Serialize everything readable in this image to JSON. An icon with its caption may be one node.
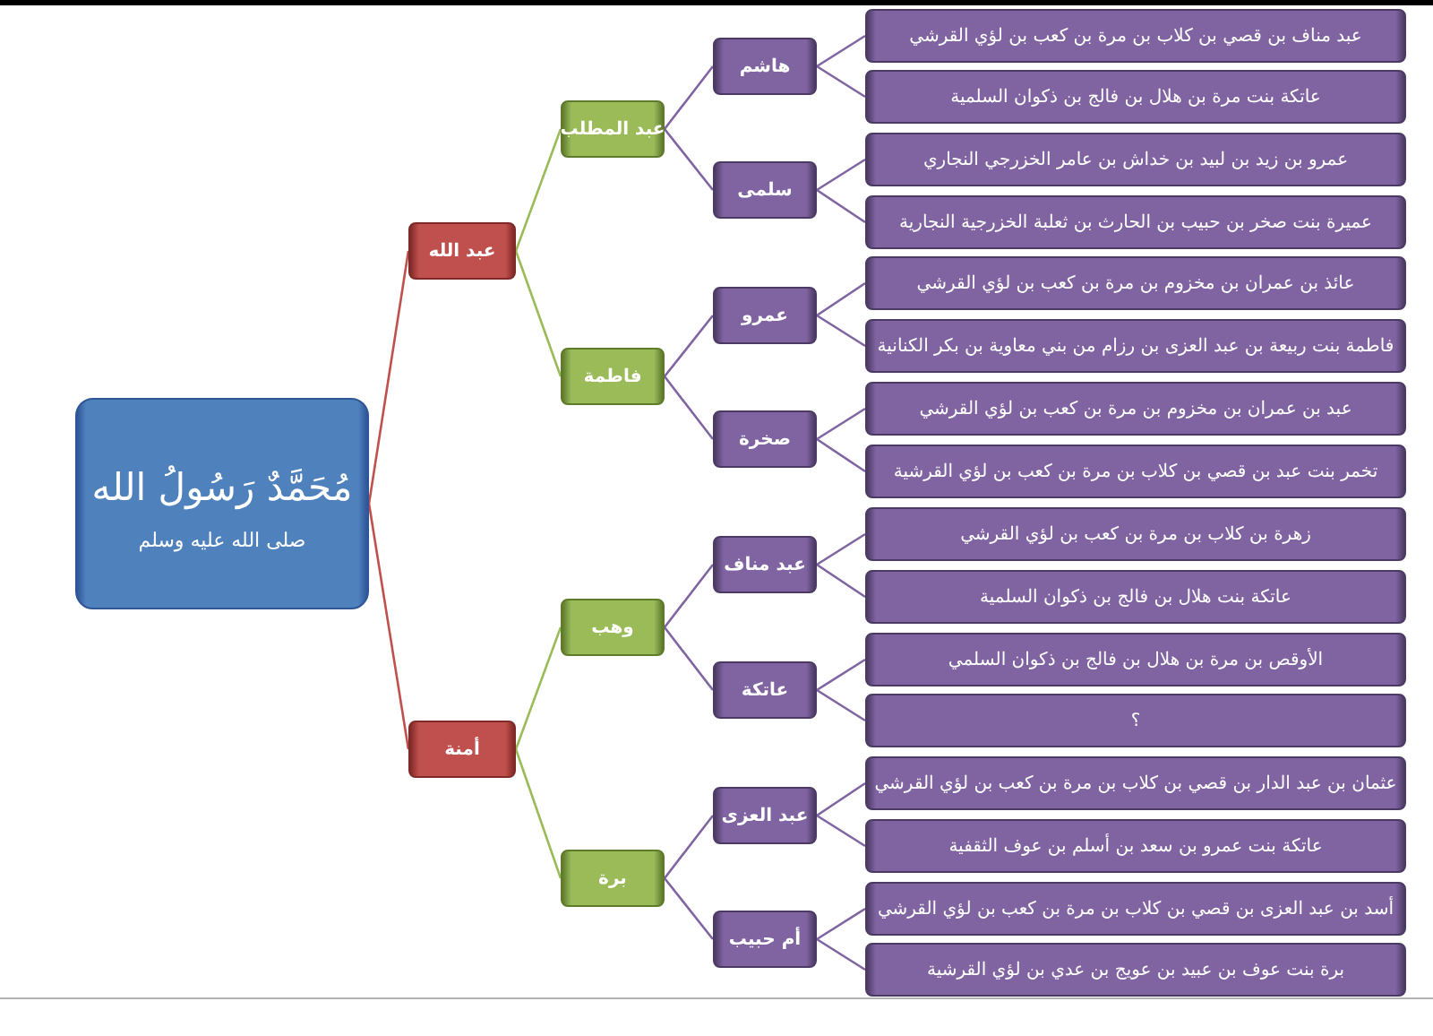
{
  "diagram": {
    "nodes": [
      {
        "text": [
          "مُحَمَّدٌ رَسُولُ الله",
          "صلى الله عليه وسلم"
        ]
      },
      {
        "text": [
          "عبد الله"
        ]
      },
      {
        "text": [
          "عبد المطلب"
        ]
      },
      {
        "text": [
          "هاشم"
        ]
      },
      {
        "text": [
          "عبد مناف بن قصي بن كلاب بن مرة بن كعب بن لؤي القرشي"
        ]
      },
      {
        "text": [
          "عاتكة بنت مرة بن هلال بن فالج بن ذكوان السلمية"
        ]
      },
      {
        "text": [
          "سلمى"
        ]
      },
      {
        "text": [
          "عمرو بن زيد بن لبيد بن خداش بن عامر الخزرجي النجاري"
        ]
      },
      {
        "text": [
          "عميرة بنت صخر بن حبيب بن الحارث بن ثعلبة الخزرجية النجارية"
        ]
      },
      {
        "text": [
          "فاطمة"
        ]
      },
      {
        "text": [
          "عمرو"
        ]
      },
      {
        "text": [
          "عائذ بن عمران بن مخزوم بن مرة بن كعب بن لؤي القرشي"
        ]
      },
      {
        "text": [
          "فاطمة بنت ربيعة بن عبد العزى بن رزام من بني معاوية بن بكر الكنانية"
        ]
      },
      {
        "text": [
          "صخرة"
        ]
      },
      {
        "text": [
          "عبد بن عمران بن مخزوم بن مرة بن كعب بن لؤي القرشي"
        ]
      },
      {
        "text": [
          "تخمر بنت عبد بن قصي بن كلاب بن مرة بن كعب بن لؤي القرشية"
        ]
      },
      {
        "text": [
          "أمنة"
        ]
      },
      {
        "text": [
          "وهب"
        ]
      },
      {
        "text": [
          "عبد مناف"
        ]
      },
      {
        "text": [
          "زهرة بن كلاب بن مرة بن كعب بن لؤي القرشي"
        ]
      },
      {
        "text": [
          "عاتكة بنت هلال بن فالج بن ذكوان السلمية"
        ]
      },
      {
        "text": [
          "عاتكة"
        ]
      },
      {
        "text": [
          "الأوقص بن مرة بن هلال بن فالج بن ذكوان السلمي"
        ]
      },
      {
        "text": [
          "؟"
        ]
      },
      {
        "text": [
          "برة"
        ]
      },
      {
        "text": [
          "عبد العزى"
        ]
      },
      {
        "text": [
          "عثمان بن عبد الدار بن قصي بن كلاب بن مرة بن كعب بن لؤي القرشي"
        ]
      },
      {
        "text": [
          "عاتكة بنت عمرو بن سعد بن أسلم بن عوف الثقفية"
        ]
      },
      {
        "text": [
          "أم حبيب"
        ]
      },
      {
        "text": [
          "أسد بن عبد العزى بن قصي بن كلاب بن مرة بن كعب بن لؤي القرشي"
        ]
      },
      {
        "text": [
          "برة بنت عوف بن عبيد بن عويج بن عدي بن لؤي القرشية"
        ]
      }
    ],
    "edges": [
      {
        "from": 0,
        "to": 1,
        "arrow": "none",
        "color": "#c0504d"
      },
      {
        "from": 0,
        "to": 16,
        "arrow": "none",
        "color": "#c0504d"
      },
      {
        "from": 1,
        "to": 2,
        "arrow": "none",
        "color": "#9bbb59"
      },
      {
        "from": 1,
        "to": 9,
        "arrow": "none",
        "color": "#9bbb59"
      },
      {
        "from": 16,
        "to": 17,
        "arrow": "none",
        "color": "#9bbb59"
      },
      {
        "from": 16,
        "to": 24,
        "arrow": "none",
        "color": "#9bbb59"
      },
      {
        "from": 2,
        "to": 3,
        "arrow": "none"
      },
      {
        "from": 2,
        "to": 6,
        "arrow": "none"
      },
      {
        "from": 9,
        "to": 10,
        "arrow": "none"
      },
      {
        "from": 9,
        "to": 13,
        "arrow": "none"
      },
      {
        "from": 17,
        "to": 18,
        "arrow": "none"
      },
      {
        "from": 17,
        "to": 21,
        "arrow": "none"
      },
      {
        "from": 24,
        "to": 25,
        "arrow": "none"
      },
      {
        "from": 24,
        "to": 28,
        "arrow": "none"
      },
      {
        "from": 3,
        "to": 4,
        "arrow": "none"
      },
      {
        "from": 3,
        "to": 5,
        "arrow": "none"
      },
      {
        "from": 6,
        "to": 7,
        "arrow": "none"
      },
      {
        "from": 6,
        "to": 8,
        "arrow": "none"
      },
      {
        "from": 10,
        "to": 11,
        "arrow": "none"
      },
      {
        "from": 10,
        "to": 12,
        "arrow": "none"
      },
      {
        "from": 13,
        "to": 14,
        "arrow": "none"
      },
      {
        "from": 13,
        "to": 15,
        "arrow": "none"
      },
      {
        "from": 18,
        "to": 19,
        "arrow": "none"
      },
      {
        "from": 18,
        "to": 20,
        "arrow": "none"
      },
      {
        "from": 21,
        "to": 22,
        "arrow": "none"
      },
      {
        "from": 21,
        "to": 23,
        "arrow": "none"
      },
      {
        "from": 25,
        "to": 26,
        "arrow": "none"
      },
      {
        "from": 25,
        "to": 27,
        "arrow": "none"
      },
      {
        "from": 28,
        "to": 29,
        "arrow": "none"
      },
      {
        "from": 28,
        "to": 30,
        "arrow": "none"
      }
    ]
  }
}
